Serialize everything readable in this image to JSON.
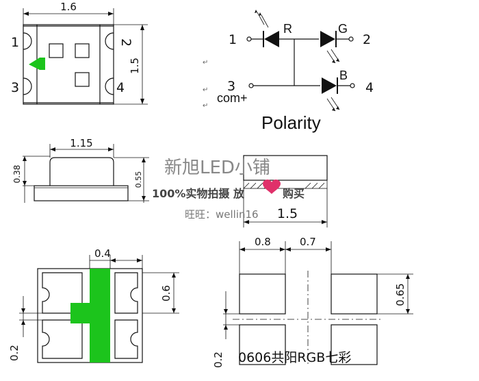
{
  "top_view": {
    "width_dim": "1.6",
    "height_dim": "1.5",
    "pins": [
      "1",
      "2",
      "3",
      "4"
    ],
    "marker_color": "#1cc41c"
  },
  "schematic": {
    "led_labels": [
      "R",
      "G",
      "B"
    ],
    "pin_numbers": [
      "1",
      "2",
      "3",
      "4"
    ],
    "common_label": "com+",
    "title": "Polarity"
  },
  "side_view": {
    "width_dim": "1.15",
    "height_left": "0.38",
    "height_right": "0.55"
  },
  "end_view": {
    "width_dim": "1.5"
  },
  "watermark": {
    "shop": "新旭LED小铺",
    "slogan_part1": "100%实物拍摄  放",
    "slogan_part2": "购买",
    "contact": "旺旺：wellin16",
    "heart_color": "#e0306a"
  },
  "bottom_view": {
    "top_dim": "0.4",
    "right_dim": "0.6",
    "left_dim": "0.2",
    "stripe_color": "#1cc41c"
  },
  "footprint": {
    "dim_left": "0.8",
    "dim_right": "0.7",
    "dim_height": "0.65",
    "dim_gap": "0.2"
  },
  "caption": "0606共阳RGB七彩",
  "return_mark": "↵"
}
